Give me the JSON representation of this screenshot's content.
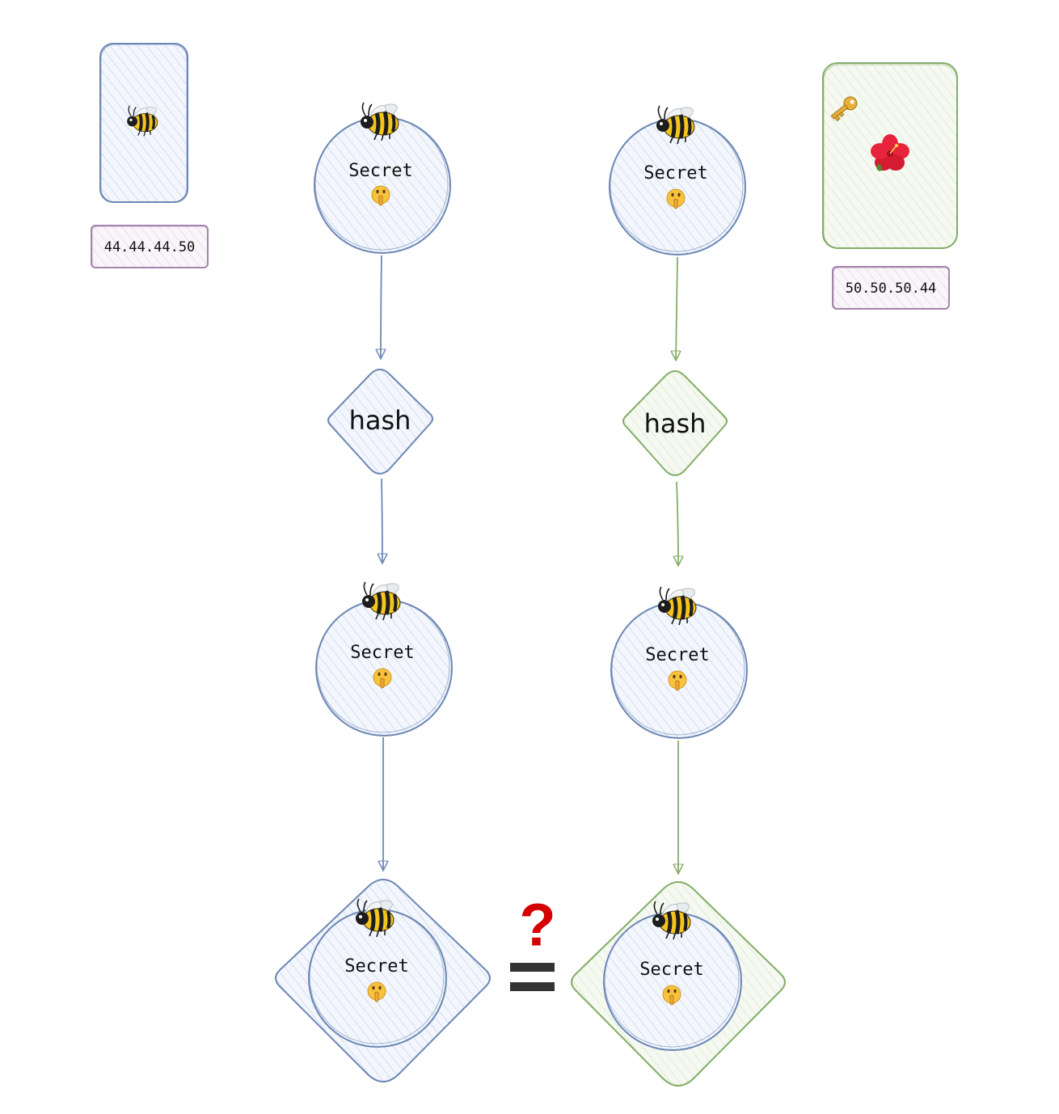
{
  "colors": {
    "blue_stroke": "#6d88b5",
    "blue_fill": "#eef3fb",
    "green_stroke": "#84ad68",
    "green_fill": "#f1f7ec",
    "purple_stroke": "#a585ad",
    "purple_fill": "#f7f1f8",
    "question": "#d40000",
    "equals": "#333333"
  },
  "left_device": {
    "icon": "bee-icon",
    "ip": "44.44.44.50"
  },
  "right_device": {
    "icons": [
      "key-icon",
      "hibiscus-icon"
    ],
    "ip": "50.50.50.44"
  },
  "left_flow": {
    "top_secret": {
      "label": "Secret",
      "icons": [
        "bee-icon",
        "shushing-face-icon"
      ]
    },
    "hash": {
      "label": "hash"
    },
    "mid_secret": {
      "label": "Secret",
      "icons": [
        "bee-icon",
        "shushing-face-icon"
      ]
    },
    "bottom_secret": {
      "label": "Secret",
      "icons": [
        "bee-icon",
        "shushing-face-icon"
      ]
    }
  },
  "right_flow": {
    "top_secret": {
      "label": "Secret",
      "icons": [
        "bee-icon",
        "shushing-face-icon"
      ]
    },
    "hash": {
      "label": "hash"
    },
    "mid_secret": {
      "label": "Secret",
      "icons": [
        "bee-icon",
        "shushing-face-icon"
      ]
    },
    "bottom_secret": {
      "label": "Secret",
      "icons": [
        "bee-icon",
        "shushing-face-icon"
      ]
    }
  },
  "comparison": {
    "question": "?"
  }
}
